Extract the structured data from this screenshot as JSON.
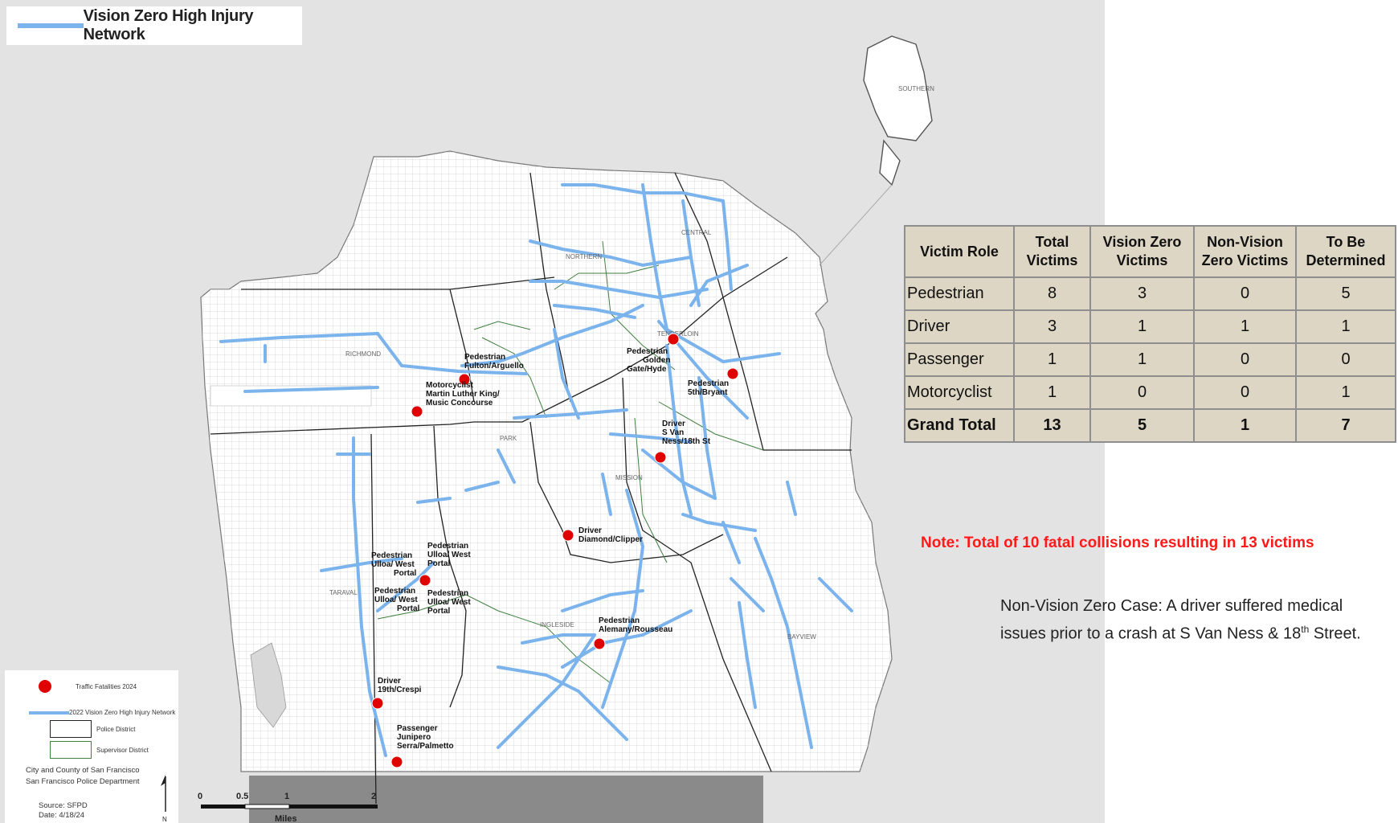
{
  "map": {
    "title": "Vision Zero High Injury Network",
    "district_labels": [
      "RICHMOND",
      "NORTHERN",
      "CENTRAL",
      "SOUTHERN",
      "PARK",
      "MISSION",
      "TARAVAL",
      "INGLESIDE",
      "BAYVIEW",
      "TENDERLOIN"
    ],
    "fatalities": [
      {
        "id": "fulton",
        "lines": [
          "Pedestrian",
          "Fulton/Arguello"
        ]
      },
      {
        "id": "mlk",
        "lines": [
          "Motorcyclist",
          "Martin Luther King/",
          "Music Concourse"
        ]
      },
      {
        "id": "golden-gate",
        "lines": [
          "Pedestrian",
          "Golden",
          "Gate/Hyde"
        ]
      },
      {
        "id": "fifth-bryant",
        "lines": [
          "Pedestrian",
          "5th/Bryant"
        ]
      },
      {
        "id": "svn",
        "lines": [
          "Driver",
          "S Van",
          "Ness/18th St"
        ]
      },
      {
        "id": "diamond",
        "lines": [
          "Driver",
          "Diamond/Clipper"
        ]
      },
      {
        "id": "ulloa-1",
        "lines": [
          "Pedestrian",
          "Ulloa/ West",
          "Portal"
        ]
      },
      {
        "id": "ulloa-2",
        "lines": [
          "Pedestrian",
          "Ulloa/ West",
          "Portal"
        ]
      },
      {
        "id": "ulloa-3",
        "lines": [
          "Pedestrian",
          "Ulloa/ West",
          "Portal"
        ]
      },
      {
        "id": "ulloa-4",
        "lines": [
          "Pedestrian",
          "Ulloa/ West",
          "Portal"
        ]
      },
      {
        "id": "alemany",
        "lines": [
          "Pedestrian",
          "Alemany/Rousseau"
        ]
      },
      {
        "id": "crespi",
        "lines": [
          "Driver",
          "19th/Crespi"
        ]
      },
      {
        "id": "junipero",
        "lines": [
          "Passenger",
          "Junipero",
          "Serra/Palmetto"
        ]
      }
    ],
    "scale": {
      "ticks": [
        "0",
        "0.5",
        "1",
        "2"
      ],
      "unit": "Miles"
    },
    "legend": {
      "fatalities": "Traffic Fatalities 2024",
      "network": "2022 Vision Zero High Injury Network",
      "police": "Police District",
      "supervisor": "Supervisor District",
      "org_line1": "City and County of San Francisco",
      "org_line2": "San Francisco Police Department",
      "source": "Source: SFPD",
      "date": "Date: 4/18/24",
      "north": "N"
    },
    "colors": {
      "network": "#7bb3ec",
      "fatality": "#e00000",
      "police": "#222222",
      "supervisor": "#3f7f3f"
    }
  },
  "table": {
    "headers": [
      [
        "Victim Role"
      ],
      [
        "Total",
        "Victims"
      ],
      [
        "Vision Zero",
        "Victims"
      ],
      [
        "Non-Vision",
        "Zero Victims"
      ],
      [
        "To Be",
        "Determined"
      ]
    ],
    "rows": [
      [
        "Pedestrian",
        "8",
        "3",
        "0",
        "5"
      ],
      [
        "Driver",
        "3",
        "1",
        "1",
        "1"
      ],
      [
        "Passenger",
        "1",
        "1",
        "0",
        "0"
      ],
      [
        "Motorcyclist",
        "1",
        "0",
        "0",
        "1"
      ]
    ],
    "total": [
      "Grand Total",
      "13",
      "5",
      "1",
      "7"
    ]
  },
  "note": "Note: Total of 10 fatal collisions resulting in 13 victims",
  "case_note": {
    "before": "Non-Vision Zero Case: A driver suffered medical issues prior to a crash at S Van Ness & 18",
    "sup": "th",
    "after": " Street."
  }
}
